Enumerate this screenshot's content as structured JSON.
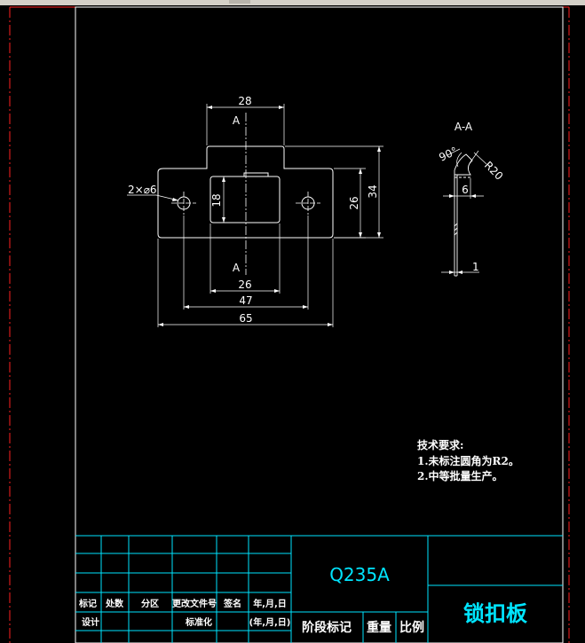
{
  "drawing": {
    "view_label_a": "A",
    "section_title": "A-A",
    "dims": {
      "d28": "28",
      "d18": "18",
      "d26v": "26",
      "d34": "34",
      "d26h": "26",
      "d47": "47",
      "d65": "65",
      "hole": "2×⌀6",
      "angle": "90°",
      "radius": "R20",
      "d6": "6",
      "d1": "1"
    }
  },
  "notes": {
    "heading": "技术要求:",
    "line1": "1.未标注圆角为R2。",
    "line2": "2.中等批量生产。"
  },
  "title_block": {
    "material": "Q235A",
    "part_name": "锁扣板",
    "headers": [
      "标记",
      "处数",
      "分区",
      "更改文件号",
      "签名",
      "年,月,日"
    ],
    "row_design": "设计",
    "row_standard": "标准化",
    "row_date": "(年,月,日)",
    "stage": "阶段标记",
    "weight": "重量",
    "scale": "比例"
  }
}
